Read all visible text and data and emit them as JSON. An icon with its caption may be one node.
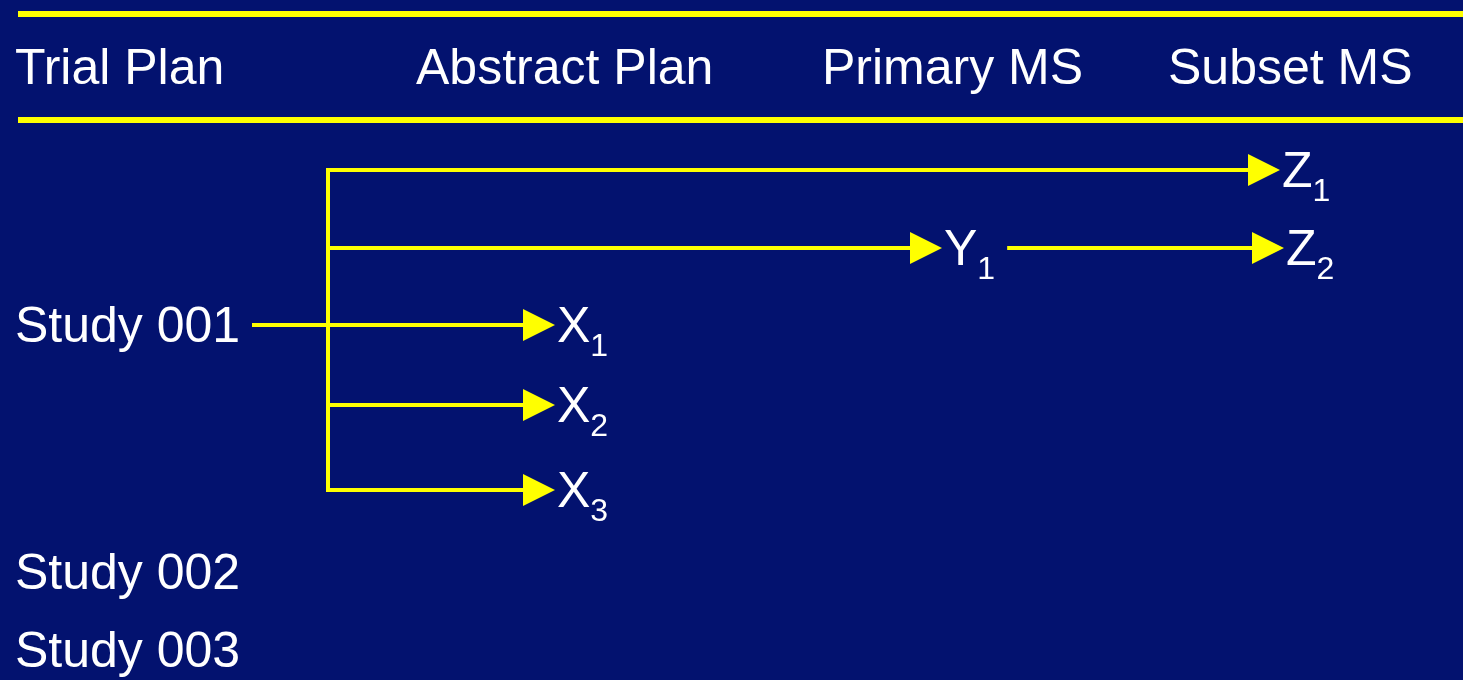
{
  "diagram": {
    "nodes": [
      {
        "text": [
          "Z$_{1}$"
        ]
      },
      {
        "text": [
          "Y$_{1}$"
        ]
      },
      {
        "text": [
          "Z$_{2}$"
        ]
      },
      {
        "text": [
          "Study 001"
        ]
      },
      {
        "text": [
          "X$_{1}$"
        ]
      },
      {
        "text": [
          "X$_{2}$"
        ]
      },
      {
        "text": [
          "X$_{3}$"
        ]
      }
    ],
    "edges": [
      {
        "from": 3,
        "to": 0,
        "arrow": "to"
      },
      {
        "from": 3,
        "to": 1,
        "arrow": "to"
      },
      {
        "from": 1,
        "to": 2,
        "arrow": "to"
      },
      {
        "from": 3,
        "to": 4,
        "arrow": "to"
      },
      {
        "from": 3,
        "to": 5,
        "arrow": "to"
      },
      {
        "from": 3,
        "to": 6,
        "arrow": "to"
      }
    ],
    "labels": [
      "Trial Plan",
      "Abstract Plan",
      "Primary MS",
      "Subset MS",
      "Study 002",
      "Study 003"
    ]
  }
}
